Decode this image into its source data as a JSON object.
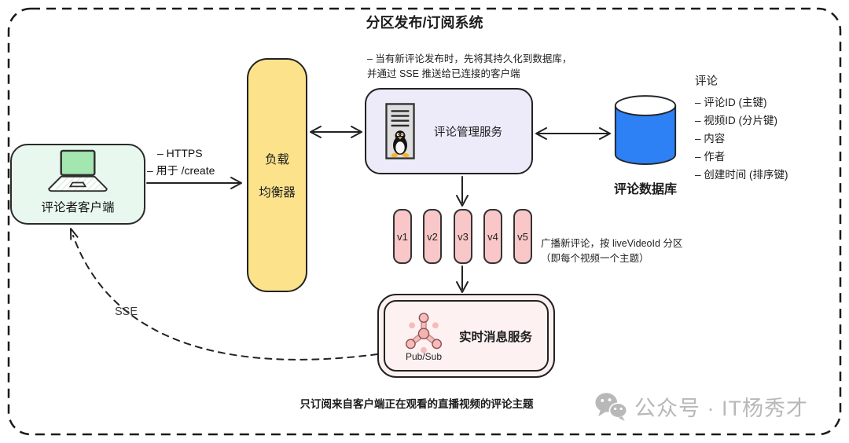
{
  "title": "分区发布/订阅系统",
  "client": {
    "label": "评论者客户端"
  },
  "https_label": {
    "line1": "– HTTPS",
    "line2": "– 用于 /create"
  },
  "load_balancer": {
    "line1": "负载",
    "line2": "均衡器"
  },
  "service": {
    "label": "评论管理服务",
    "note_line1": "– 当有新评论发布时，先将其持久化到数据库，",
    "note_line2": "并通过 SSE 推送给已连接的客户端"
  },
  "database": {
    "label": "评论数据库",
    "schema_title": "评论",
    "fields": [
      "– 评论ID (主键)",
      "– 视频ID (分片键)",
      "– 内容",
      "– 作者",
      "– 创建时间 (排序键)"
    ]
  },
  "partitions": {
    "items": [
      "v1",
      "v2",
      "v3",
      "v4",
      "v5"
    ],
    "note_line1": "广播新评论，按 liveVideoId 分区",
    "note_line2": "（即每个视频一个主题）"
  },
  "pubsub": {
    "label": "实时消息服务",
    "icon_label": "Pub/Sub"
  },
  "sse_label": "SSE",
  "caption": "只订阅来自客户端正在观看的直播视频的评论主题",
  "watermark": "公众号 · IT杨秀才",
  "colors": {
    "client_fill": "#e9f8ee",
    "load_balancer_fill": "#fbe28b",
    "service_fill": "#edeafa",
    "partition_fill": "#f9c7c7",
    "pubsub_fill": "#fdf0ef",
    "database_blue": "#2e80f5",
    "watermark_gray": "#b8b8b8",
    "stroke": "#222222"
  }
}
